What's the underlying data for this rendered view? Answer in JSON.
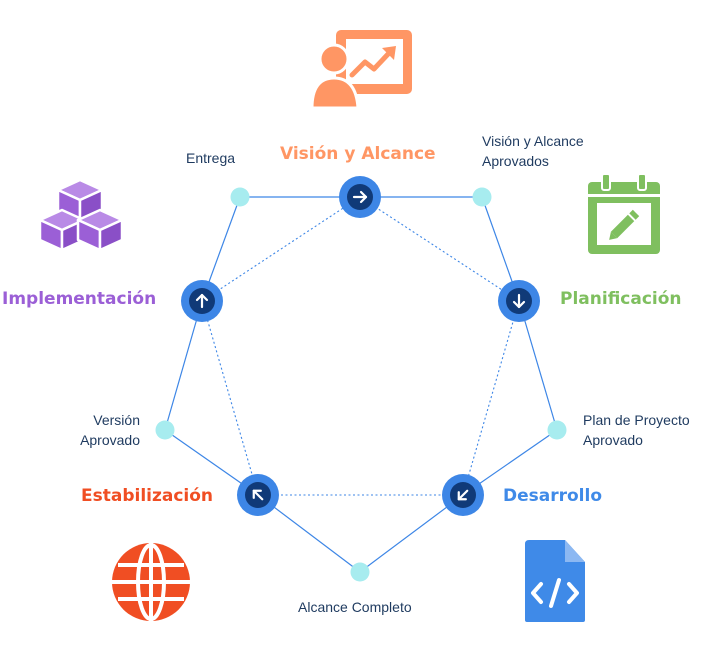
{
  "colors": {
    "orange": "#ff9664",
    "green": "#7fbf5f",
    "blue": "#3f8ae8",
    "red": "#f04e23",
    "purple": "#9b5fd6",
    "node_blue": "#3d86e6",
    "node_dark": "#103a78",
    "milestone_cyan": "#a7ecef",
    "line": "#3d86e6",
    "text_dark": "#1e3a5f"
  },
  "phases": [
    {
      "label": "Visión y Alcance",
      "color": "#ff9664",
      "icon": "presentation-chart-icon",
      "arrow": "arrow-right"
    },
    {
      "label": "Planificación",
      "color": "#7fbf5f",
      "icon": "calendar-edit-icon",
      "arrow": "arrow-down"
    },
    {
      "label": "Desarrollo",
      "color": "#3f8ae8",
      "icon": "code-file-icon",
      "arrow": "arrow-down-left"
    },
    {
      "label": "Estabilización",
      "color": "#f04e23",
      "icon": "globe-icon",
      "arrow": "arrow-up-left"
    },
    {
      "label": "Implementación",
      "color": "#9b5fd6",
      "icon": "cubes-icon",
      "arrow": "arrow-up"
    }
  ],
  "milestones": [
    {
      "line1": "Visión y Alcance",
      "line2": "Aprovados"
    },
    {
      "line1": "Plan de Proyecto",
      "line2": "Aprovado"
    },
    {
      "line1": "Alcance Completo",
      "line2": ""
    },
    {
      "line1": "Versión",
      "line2": "Aprovado"
    },
    {
      "line1": "Entrega",
      "line2": ""
    }
  ]
}
